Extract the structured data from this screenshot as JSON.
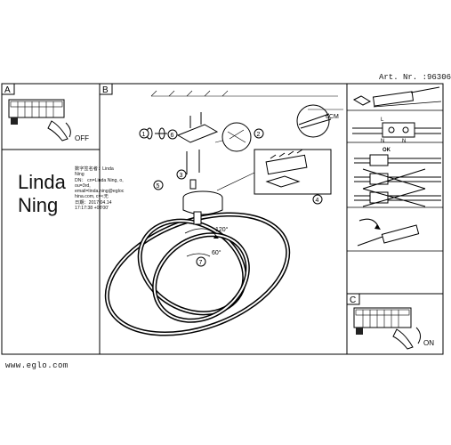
{
  "header": {
    "article_number": "Art. Nr. :96306"
  },
  "panels": {
    "a": {
      "letter": "A",
      "switch_state": "OFF"
    },
    "b": {
      "letter": "B"
    },
    "c": {
      "letter": "C",
      "switch_state": "ON"
    }
  },
  "steps": {
    "s1": "1",
    "s2": "2",
    "s3": "3",
    "s4": "4",
    "s5": "5",
    "s6": "6",
    "s7": "7"
  },
  "dimensions": {
    "strip_length": "6CM",
    "angle_top": "120°",
    "angle_bottom": "60°"
  },
  "wiring": {
    "terminal_l": "L",
    "terminal_n": "N",
    "ok_label": "OK"
  },
  "signature": {
    "name_line1": "Linda",
    "name_line2": "Ning",
    "meta_lines": [
      "数字签名者：Linda",
      "Ning",
      "DN： cn=Linda Ning, o,",
      "ou=3rd,",
      "email=linda.ning@egloc",
      "hina.com, c=<无",
      "日期：2017.04.14",
      "17:17:38 +08'00'"
    ]
  },
  "footer": {
    "website": "www.eglo.com"
  }
}
